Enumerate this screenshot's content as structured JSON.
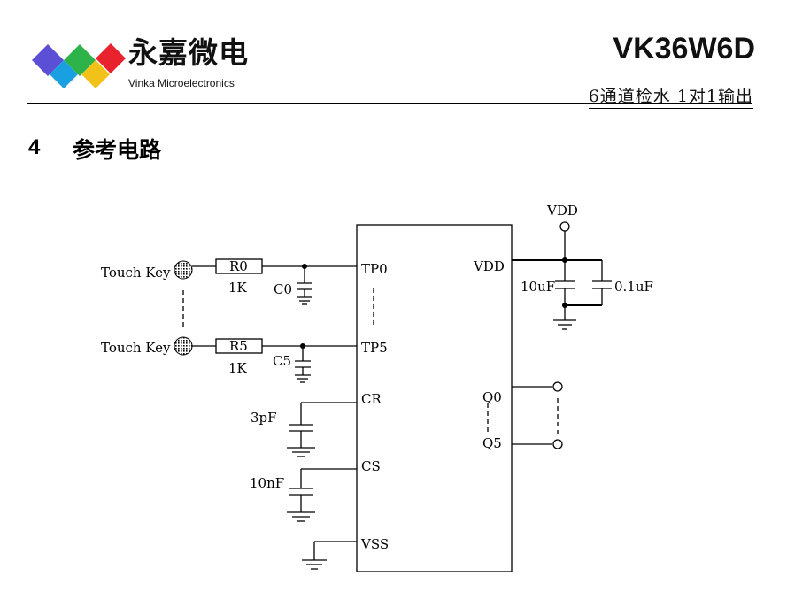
{
  "header": {
    "logo_cn": "永嘉微电",
    "logo_en": "Vinka Microelectronics",
    "part_number": "VK36W6D",
    "description": "6通道检水 1对1输出",
    "logo_colors": [
      "#5b4fd6",
      "#1aa0e0",
      "#2db34a",
      "#f3c21a",
      "#e8232d"
    ]
  },
  "section": {
    "number": "4",
    "title": "参考电路"
  },
  "circuit": {
    "chip_pins_left": [
      "TP0",
      "TP5",
      "CR",
      "CS",
      "VSS"
    ],
    "chip_pins_right": [
      "VDD",
      "Q0",
      "Q5"
    ],
    "touch_key_label": "Touch Key",
    "resistor_r0": "R0",
    "resistor_r5": "R5",
    "resistor_value": "1K",
    "cap_c0": "C0",
    "cap_c5": "C5",
    "cap_cr": "3pF",
    "cap_cs": "10nF",
    "supply": "VDD",
    "cap_vdd_1": "10uF",
    "cap_vdd_2": "0.1uF"
  }
}
